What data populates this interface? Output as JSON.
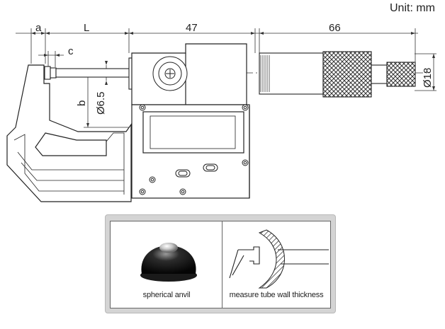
{
  "unit_label": "Unit: mm",
  "dimensions": {
    "a": "a",
    "L": "L",
    "c": "c",
    "b": "b",
    "d65": "Ø6.5",
    "d47": "47",
    "d66": "66",
    "d18": "Ø18"
  },
  "insets": {
    "left_caption": "spherical anvil",
    "right_caption": "measure tube wall thickness"
  }
}
